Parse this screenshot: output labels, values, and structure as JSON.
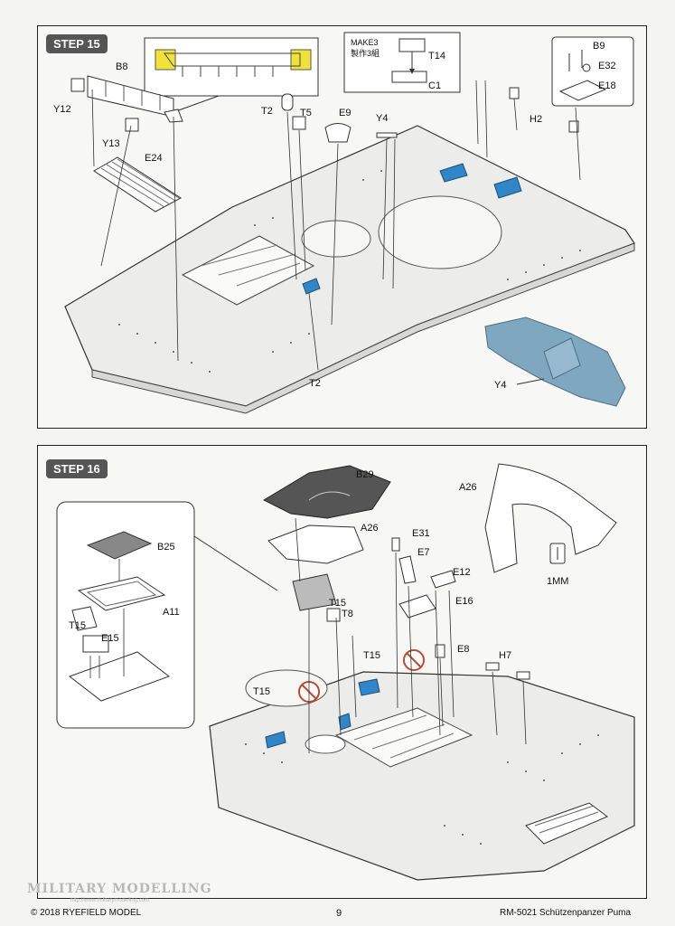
{
  "step15": {
    "badge": "STEP 15",
    "labels": {
      "B8": "B8",
      "Y12": "Y12",
      "Y13": "Y13",
      "E24": "E24",
      "T2a": "T2",
      "T5": "T5",
      "E9": "E9",
      "Y4a": "Y4",
      "T14": "T14",
      "C1": "C1",
      "B9": "B9",
      "E32": "E32",
      "E18": "E18",
      "H2": "H2",
      "T2b": "T2",
      "Y4b": "Y4"
    },
    "make_note": {
      "line1": "MAKE3",
      "line2": "製作3組"
    }
  },
  "step16": {
    "badge": "STEP 16",
    "labels": {
      "B29": "B29",
      "A26a": "A26",
      "A26b": "A26",
      "E31": "E31",
      "E7": "E7",
      "E12": "E12",
      "E16": "E16",
      "E8": "E8",
      "H7": "H7",
      "T8": "T8",
      "T15a": "T15",
      "T15b": "T15",
      "T15c": "T15",
      "T15d": "T15",
      "B25": "B25",
      "A11": "A11",
      "E15": "E15"
    },
    "drill_note": "1MM"
  },
  "footer": {
    "copyright": "© 2018 RYEFIELD MODEL",
    "page_number": "9",
    "product": "RM-5021 Schützenpanzer Puma"
  },
  "watermark": {
    "title": "MILITARY MODELLING",
    "url": "http://www.militarymodelling.com"
  },
  "colors": {
    "part_blue": "#2f86c8",
    "part_yellow": "#f1e23a",
    "detail_blue": "#7fa7c0",
    "no_sign": "#c0492c"
  }
}
